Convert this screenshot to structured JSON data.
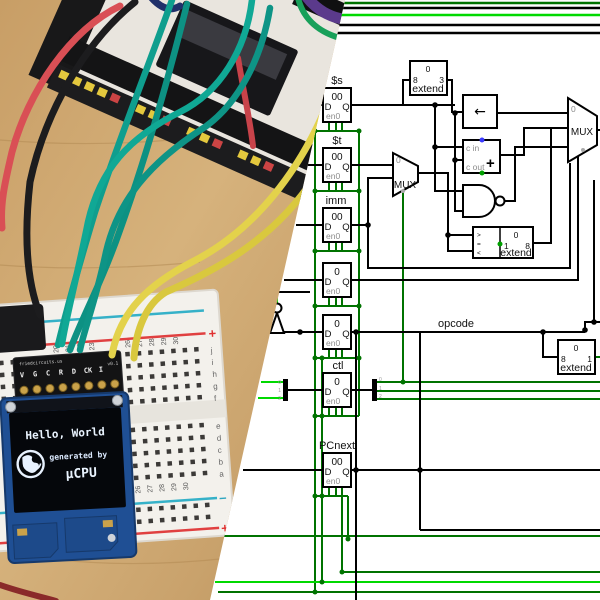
{
  "diagram": {
    "colors": {
      "bus": "#000000",
      "wire_low": "#007300",
      "wire_high": "#00d900",
      "gray": "#8c8c8c",
      "blue_pin": "#3a3aff"
    },
    "registers": [
      {
        "label": "$s",
        "value": "00"
      },
      {
        "label": "$t",
        "value": "00"
      },
      {
        "label": "imm",
        "value": "00"
      },
      {
        "label": "",
        "value": "0"
      },
      {
        "label": "",
        "value": "0"
      },
      {
        "label": "ctl",
        "value": "0"
      },
      {
        "label": "PCnext",
        "value": "00"
      }
    ],
    "pin_d": "D",
    "pin_q": "Q",
    "pin_en": "en0",
    "mux_label": "MUX",
    "mux_sel": "0",
    "adder": {
      "cin": "c in",
      "plus": "+",
      "cout": "c out"
    },
    "shift_arrow": "←",
    "extend_top": {
      "zero": "0",
      "in_bits": "8",
      "out_bits": "3",
      "label": "extend"
    },
    "extend_cmp": {
      "gt": ">",
      "eq": "=",
      "lt": "<",
      "zero": "0",
      "in_bits": "1",
      "out_bits": "8",
      "label": "extend"
    },
    "extend_bot": {
      "zero": "0",
      "in_bits": "8",
      "out_bits": "1",
      "label": "extend"
    },
    "opcode_label": "opcode",
    "bits": [
      "0",
      "1",
      "2"
    ]
  },
  "photo": {
    "oled": {
      "line1": "Hello, World",
      "line2": "generated by",
      "line3": "µCPU"
    },
    "oled_header": {
      "brand": "friedcircuits.us",
      "pins": [
        "V",
        "G",
        "C",
        "R",
        "D",
        "CK",
        "I"
      ],
      "version": "v0.1"
    },
    "breadboard": {
      "cols_left": [
        "20",
        "21",
        "22",
        "23"
      ],
      "cols_right": [
        "26",
        "27",
        "28",
        "29",
        "30"
      ],
      "rows_top": [
        "j",
        "i",
        "h",
        "g",
        "f"
      ],
      "rows_bottom": [
        "e",
        "d",
        "c",
        "b",
        "a"
      ],
      "plus": "+",
      "minus": "−"
    }
  }
}
